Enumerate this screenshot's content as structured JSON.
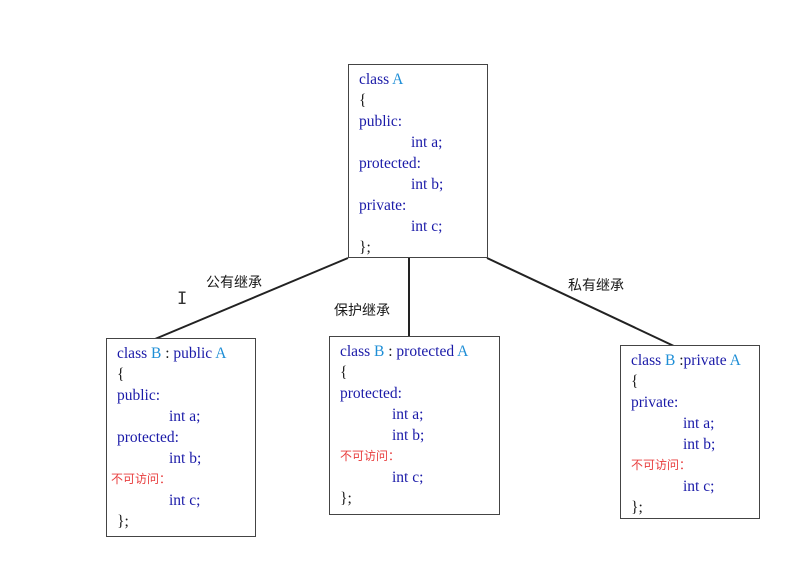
{
  "colors": {
    "keyword": "#1a1aa8",
    "class_name": "#1e8ed6",
    "inaccessible": "#e83e3e",
    "edge": "#222222"
  },
  "edges": {
    "public_label": "公有继承",
    "protected_label": "保护继承",
    "private_label": "私有继承"
  },
  "base": {
    "kw_class": "class",
    "name": "A",
    "open": "{",
    "public_label": "public:",
    "int_a": "int a;",
    "protected_label": "protected:",
    "int_b": "int b;",
    "private_label": "private:",
    "int_c": "int c;",
    "close": "};"
  },
  "public_derived": {
    "kw_class": "class",
    "name": "B",
    "sep": " : ",
    "access": "public",
    "base_name": "A",
    "open": "{",
    "public_label": "public:",
    "int_a": "int a;",
    "protected_label": "protected:",
    "int_b": "int b;",
    "inaccessible_label": "不可访问：",
    "int_c": "int c;",
    "close": "};"
  },
  "protected_derived": {
    "kw_class": "class",
    "name": "B",
    "sep": " : ",
    "access": "protected",
    "base_name": "A",
    "open": "{",
    "protected_label": "protected:",
    "int_a": "int a;",
    "int_b": "int b;",
    "inaccessible_label": "不可访问：",
    "int_c": "int c;",
    "close": "};"
  },
  "private_derived": {
    "kw_class": "class",
    "name": "B",
    "sep": " :",
    "access": "private",
    "base_name": "A",
    "open": "{",
    "private_label": "private:",
    "int_a": "int a;",
    "int_b": "int b;",
    "inaccessible_label": "不可访问：",
    "int_c": "int c;",
    "close": "};"
  }
}
